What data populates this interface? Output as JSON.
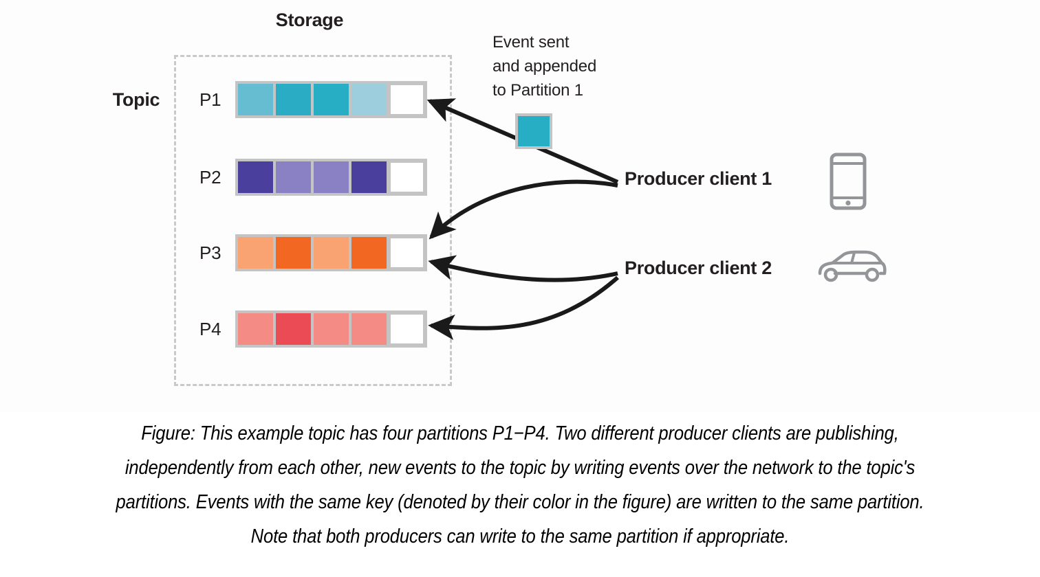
{
  "figure": {
    "storage_title": "Storage",
    "topic_label": "Topic",
    "event_callout_lines": [
      "Event sent",
      "and appended",
      "to Partition 1"
    ],
    "event_square_color": "#27aec4",
    "boundary_color": "#c9c9c9",
    "frame_color": "#c4c4c4",
    "partitions": [
      {
        "label": "P1",
        "cells": [
          {
            "color": "#66bdd2",
            "empty": false
          },
          {
            "color": "#2aadc4",
            "empty": false
          },
          {
            "color": "#27aec4",
            "empty": false
          },
          {
            "color": "#9ccede",
            "empty": false
          },
          {
            "color": "#ffffff",
            "empty": true
          }
        ]
      },
      {
        "label": "P2",
        "cells": [
          {
            "color": "#4b3f9e",
            "empty": false
          },
          {
            "color": "#8a80c4",
            "empty": false
          },
          {
            "color": "#8a80c4",
            "empty": false
          },
          {
            "color": "#4b3f9e",
            "empty": false
          },
          {
            "color": "#ffffff",
            "empty": true
          }
        ]
      },
      {
        "label": "P3",
        "cells": [
          {
            "color": "#f9a272",
            "empty": false
          },
          {
            "color": "#f26722",
            "empty": false
          },
          {
            "color": "#f9a272",
            "empty": false
          },
          {
            "color": "#f26722",
            "empty": false
          },
          {
            "color": "#ffffff",
            "empty": true
          }
        ]
      },
      {
        "label": "P4",
        "cells": [
          {
            "color": "#f48b85",
            "empty": false
          },
          {
            "color": "#ea4b54",
            "empty": false
          },
          {
            "color": "#f48b85",
            "empty": false
          },
          {
            "color": "#f48b85",
            "empty": false
          },
          {
            "color": "#ffffff",
            "empty": true
          }
        ]
      }
    ],
    "producers": [
      {
        "label": "Producer client 1",
        "icon": "phone-icon"
      },
      {
        "label": "Producer client 2",
        "icon": "car-icon"
      }
    ],
    "icon_color": "#939598"
  },
  "caption": {
    "lines": [
      "Figure: This example topic has four partitions P1−P4. Two different producer clients are publishing,",
      "independently from each other, new events to the topic by writing events over the network to the topic's",
      "partitions. Events with the same key (denoted by their color in the figure) are written to the same partition.",
      "Note that both producers can write to the same partition if appropriate."
    ]
  }
}
